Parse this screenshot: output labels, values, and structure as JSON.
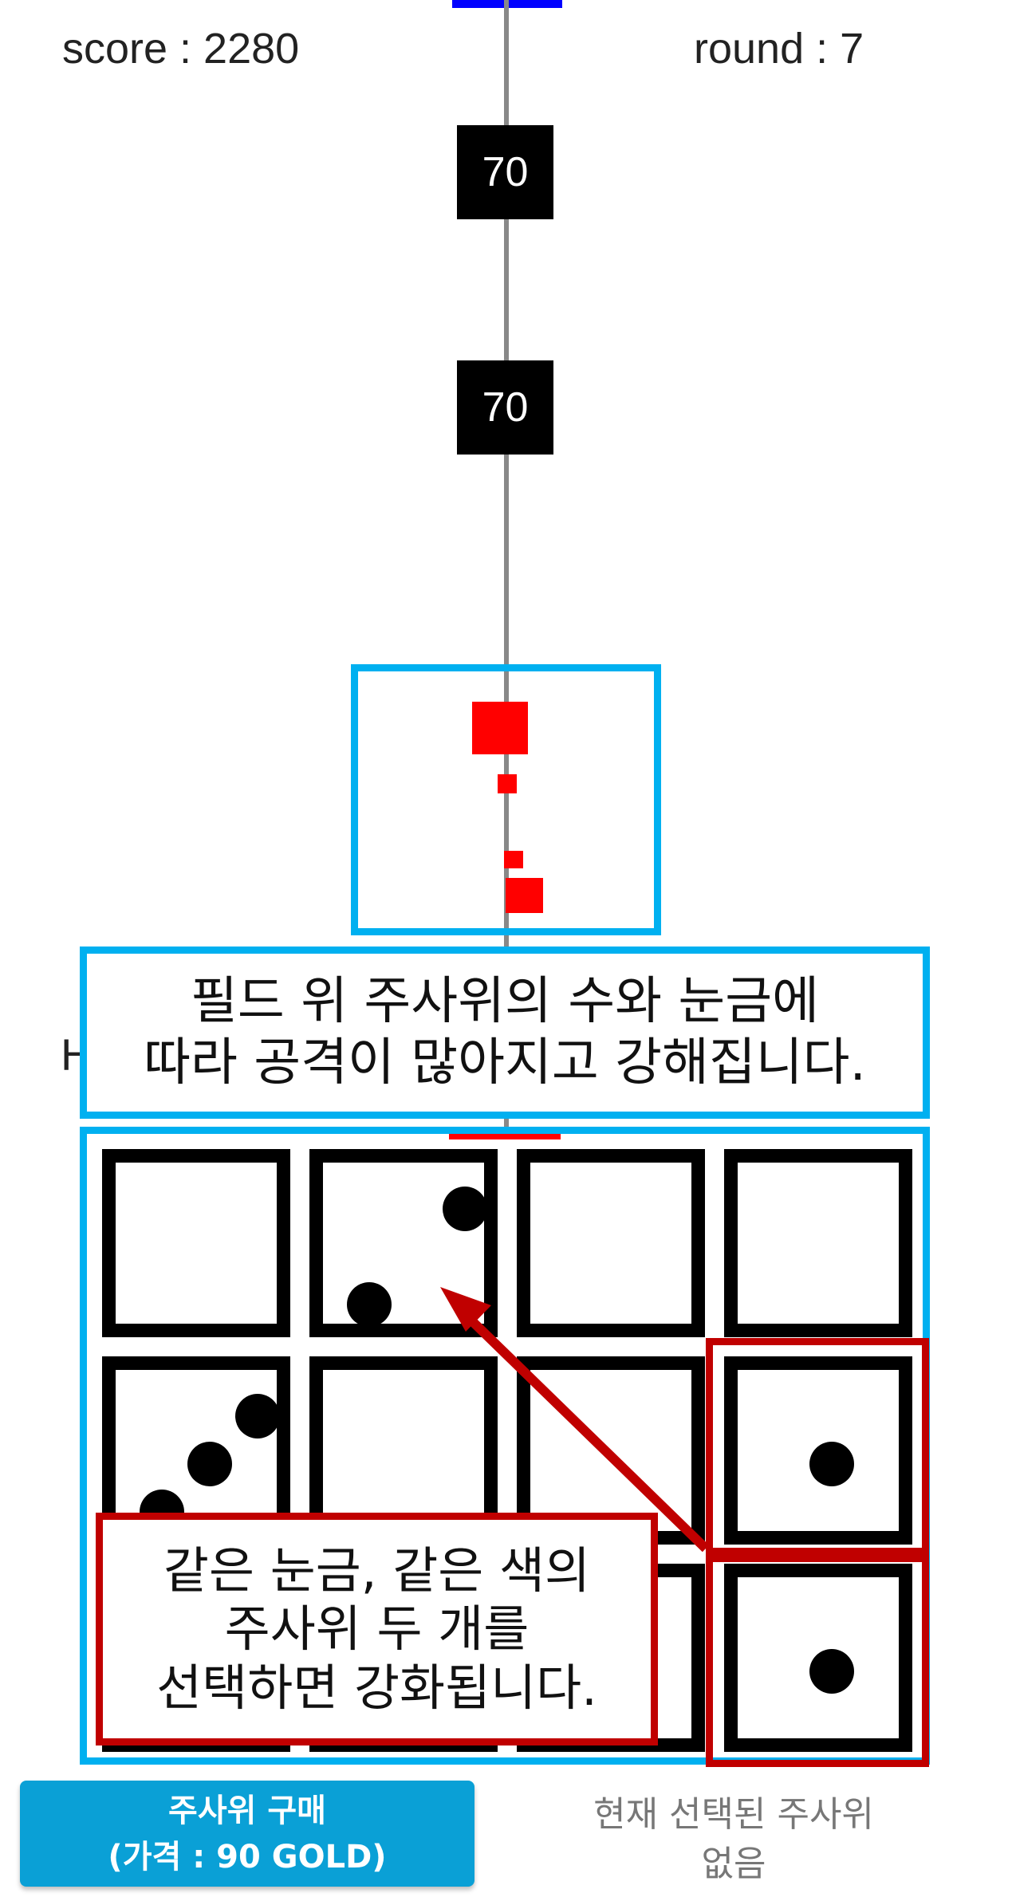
{
  "hud": {
    "score_label": "score : 2280",
    "round_label": "round : 7"
  },
  "enemies": [
    {
      "hp": "70"
    },
    {
      "hp": "70"
    }
  ],
  "callout_field": {
    "line1": "필드 위 주사위의 수와 눈금에",
    "line2": "따라 공격이 많아지고 강해집니다."
  },
  "callout_merge": {
    "line1": "같은 눈금, 같은 색의",
    "line2": "주사위 두 개를",
    "line3": "선택하면 강화됩니다."
  },
  "partial_left_text": "H",
  "dice_grid": {
    "rows": [
      [
        {
          "pips": 0
        },
        {
          "pips": 2
        },
        {
          "pips": 0
        },
        {
          "pips": 0
        }
      ],
      [
        {
          "pips": 3
        },
        {
          "pips": 0
        },
        {
          "pips": 0
        },
        {
          "pips": 1
        }
      ],
      [
        {
          "pips": 0
        },
        {
          "pips": 0
        },
        {
          "pips": 0
        },
        {
          "pips": 1
        }
      ]
    ]
  },
  "buy_button": {
    "line1": "주사위 구매",
    "line2": "(가격 : 90 GOLD)"
  },
  "selection_status": {
    "line1": "현재 선택된 주사위",
    "line2": "없음"
  },
  "colors": {
    "highlight_blue": "#00b0f0",
    "highlight_red": "#c00000",
    "button_blue": "#0aa0d6",
    "projectile_red": "#ff0000"
  }
}
